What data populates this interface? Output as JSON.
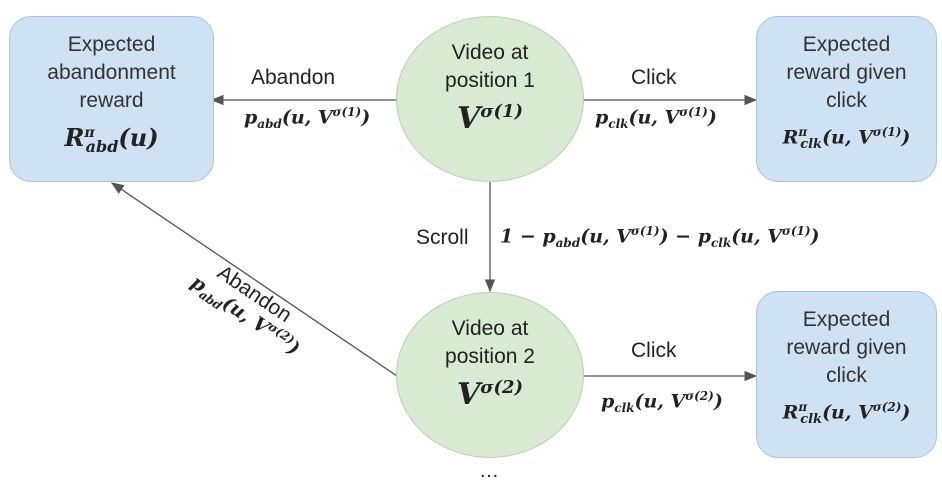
{
  "nodes": {
    "abandon_box": {
      "line1": "Expected",
      "line2": "abandonment",
      "line3": "reward",
      "formula": "R^π_abd(u)"
    },
    "click_box_1": {
      "line1": "Expected",
      "line2": "reward given",
      "line3": "click",
      "formula": "R^π_clk(u, V^σ(1))"
    },
    "video_1": {
      "line1": "Video at",
      "line2": "position 1",
      "formula": "V^σ(1)"
    },
    "video_2": {
      "line1": "Video at",
      "line2": "position 2",
      "formula": "V^σ(2)"
    },
    "click_box_2": {
      "line1": "Expected",
      "line2": "reward given",
      "line3": "click",
      "formula": "R^π_clk(u, V^σ(2))"
    }
  },
  "edges": {
    "abandon_1": {
      "label": "Abandon",
      "prob": "p_abd(u, V^σ(1))"
    },
    "click_1": {
      "label": "Click",
      "prob": "p_clk(u, V^σ(1))"
    },
    "scroll": {
      "label": "Scroll",
      "prob": "1 − p_abd(u, V^σ(1)) − p_clk(u, V^σ(1))"
    },
    "abandon_2": {
      "label": "Abandon",
      "prob": "p_abd(u, V^σ(2))"
    },
    "click_2": {
      "label": "Click",
      "prob": "p_clk(u, V^σ(2))"
    }
  },
  "ellipsis": "…",
  "colors": {
    "box_fill": "#cfe2f3",
    "circle_fill": "#d9ead3",
    "arrow": "#555555"
  }
}
